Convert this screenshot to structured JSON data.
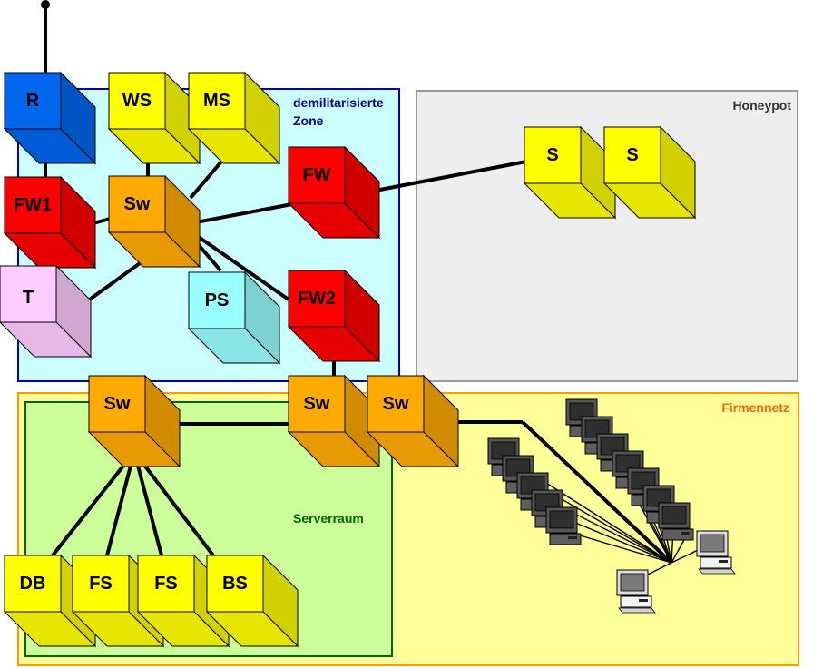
{
  "zones": {
    "dmz": {
      "label_line1": "demilitarisierte",
      "label_line2": "Zone",
      "fill": "#ccffff",
      "stroke": "#0000cc",
      "label_color": "#000099"
    },
    "honeypot": {
      "label": "Honeypot",
      "fill": "#eeeeee",
      "stroke": "#999999",
      "label_color": "#333333"
    },
    "firmennetz": {
      "label": "Firmennetz",
      "fill": "#ffff99",
      "stroke": "#ff9900",
      "label_color": "#ff6600"
    },
    "serverraum": {
      "label": "Serverraum",
      "fill": "#ccff99",
      "stroke": "#006600",
      "label_color": "#006600"
    }
  },
  "nodes": {
    "router": {
      "label": "R",
      "color": "#0066ee"
    },
    "webserver": {
      "label": "WS",
      "color": "#ffff00"
    },
    "mailserver": {
      "label": "MS",
      "color": "#ffff00"
    },
    "firewall1": {
      "label": "FW1",
      "color": "#ff0000"
    },
    "dmz_switch": {
      "label": "Sw",
      "color": "#ffaa00"
    },
    "honeypot_firewall": {
      "label": "FW",
      "color": "#ff0000"
    },
    "terminal": {
      "label": "T",
      "color": "#ffccff",
      "label_color": "#ff00cc"
    },
    "ps": {
      "label": "PS",
      "color": "#99ffff"
    },
    "firewall2": {
      "label": "FW2",
      "color": "#ff0000"
    },
    "honeypot_server_1": {
      "label": "S",
      "color": "#ffff00"
    },
    "honeypot_server_2": {
      "label": "S",
      "color": "#ffff00"
    },
    "server_switch": {
      "label": "Sw",
      "color": "#ffaa00"
    },
    "core_switch": {
      "label": "Sw",
      "color": "#ffaa00"
    },
    "client_switch": {
      "label": "Sw",
      "color": "#ffaa00"
    },
    "db_server": {
      "label": "DB",
      "color": "#ffff00"
    },
    "file_server_1": {
      "label": "FS",
      "color": "#ffff00"
    },
    "file_server_2": {
      "label": "FS",
      "color": "#ffff00"
    },
    "backup_server": {
      "label": "BS",
      "color": "#ffff00"
    }
  },
  "workstations": {
    "dark_count": 12,
    "light_count": 2,
    "dark_color": "#555555",
    "light_color": "#dddddd"
  }
}
